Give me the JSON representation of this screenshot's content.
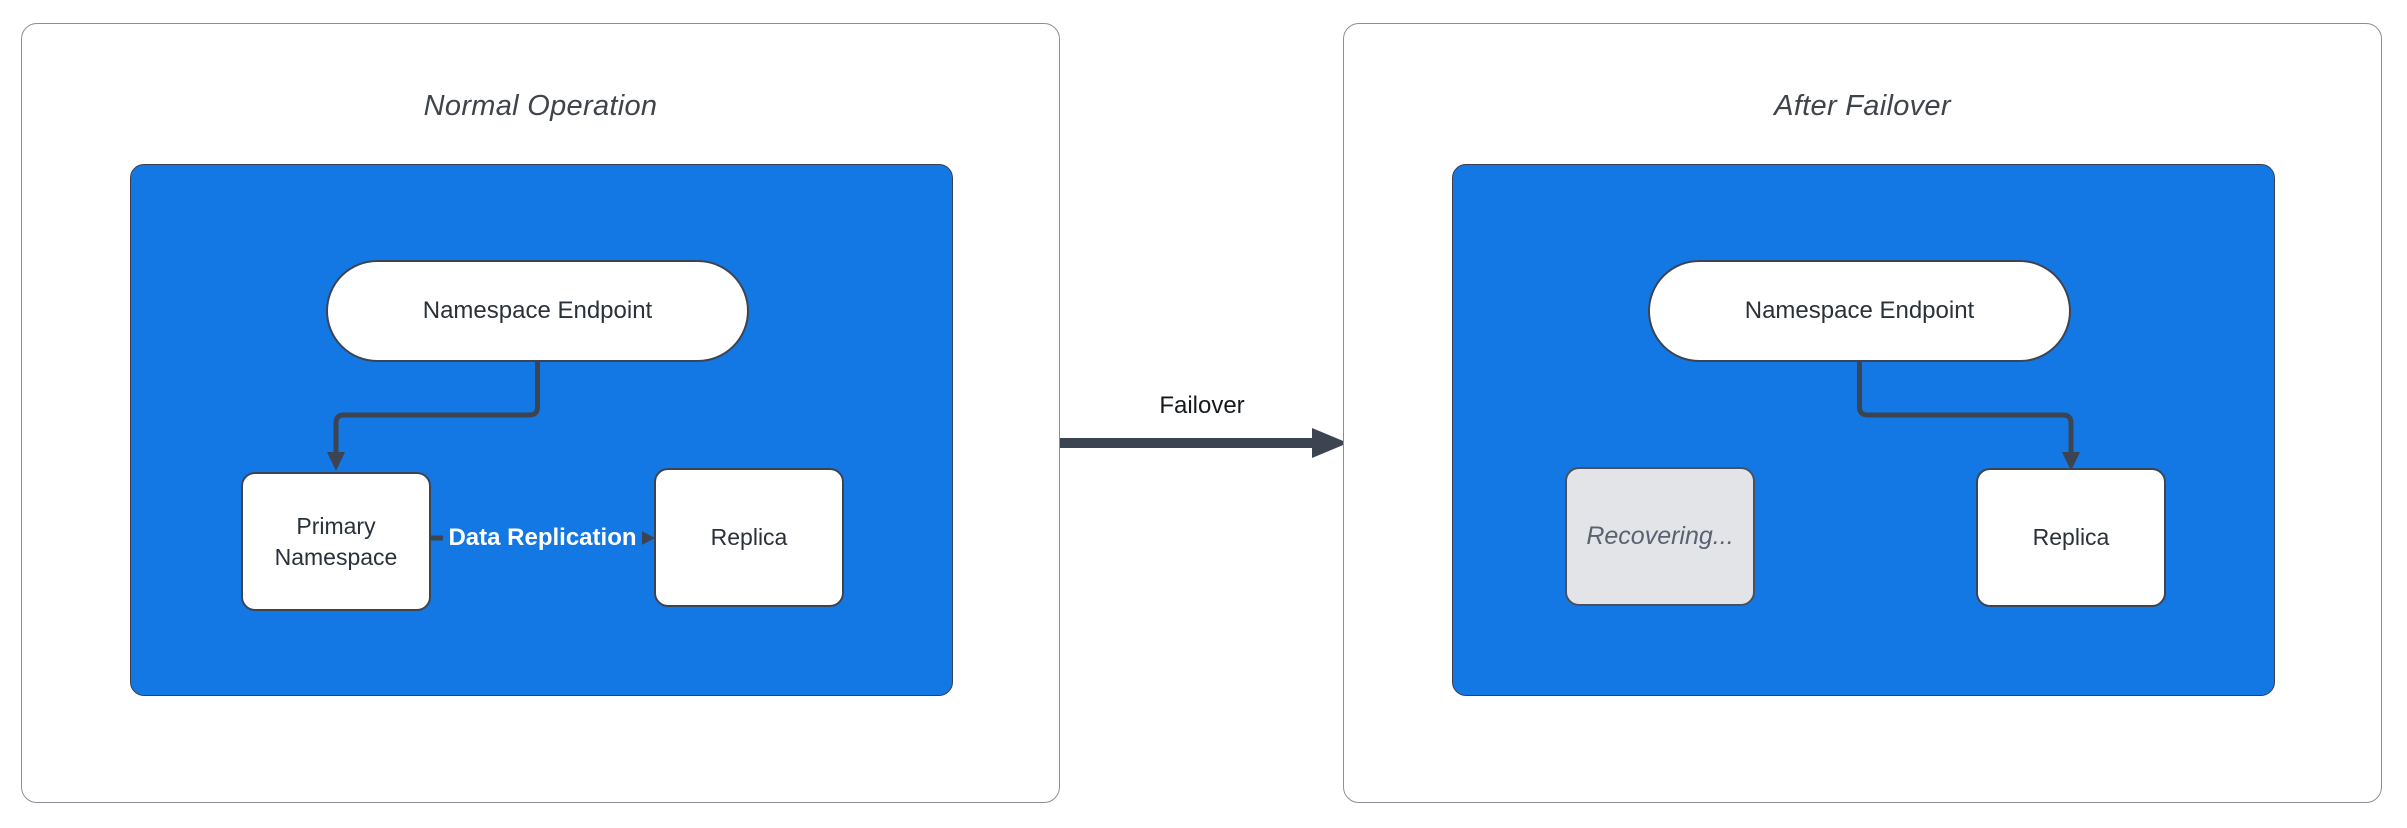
{
  "colors": {
    "container_fill": "#1377e4",
    "node_border": "#3d4451",
    "connector": "#3d4451",
    "panel_border": "#8a8f97",
    "title_text": "#3f444c",
    "node_text": "#2b313a",
    "edge_label_text": "#ffffff",
    "recovering_fill": "#e2e4e8",
    "recovering_border": "#4a515c",
    "recovering_text": "#5a6272",
    "transition_text": "#15181d",
    "canvas_bg": "#ffffff"
  },
  "panels": [
    {
      "title": "Normal Operation",
      "endpoint_label": "Namespace Endpoint",
      "primary_label": "Primary Namespace",
      "replica_label": "Replica",
      "replication_label": "Data Replication"
    },
    {
      "title": "After Failover",
      "endpoint_label": "Namespace Endpoint",
      "recovering_label": "Recovering...",
      "replica_label": "Replica"
    }
  ],
  "transition_label": "Failover"
}
